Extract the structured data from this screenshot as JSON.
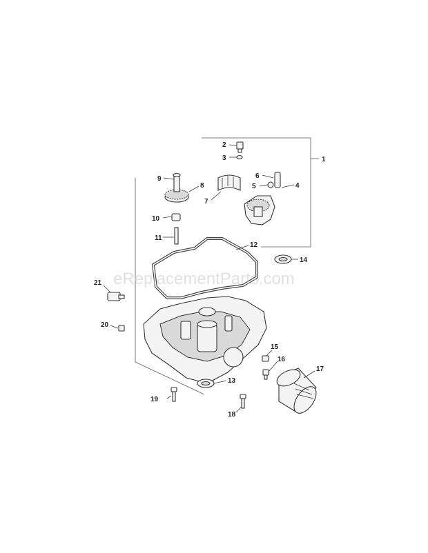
{
  "watermark": "eReplacementParts.com",
  "callouts": [
    "1",
    "2",
    "3",
    "4",
    "5",
    "6",
    "7",
    "8",
    "9",
    "10",
    "11",
    "12",
    "13",
    "14",
    "15",
    "16",
    "17",
    "18",
    "19",
    "20",
    "21"
  ]
}
